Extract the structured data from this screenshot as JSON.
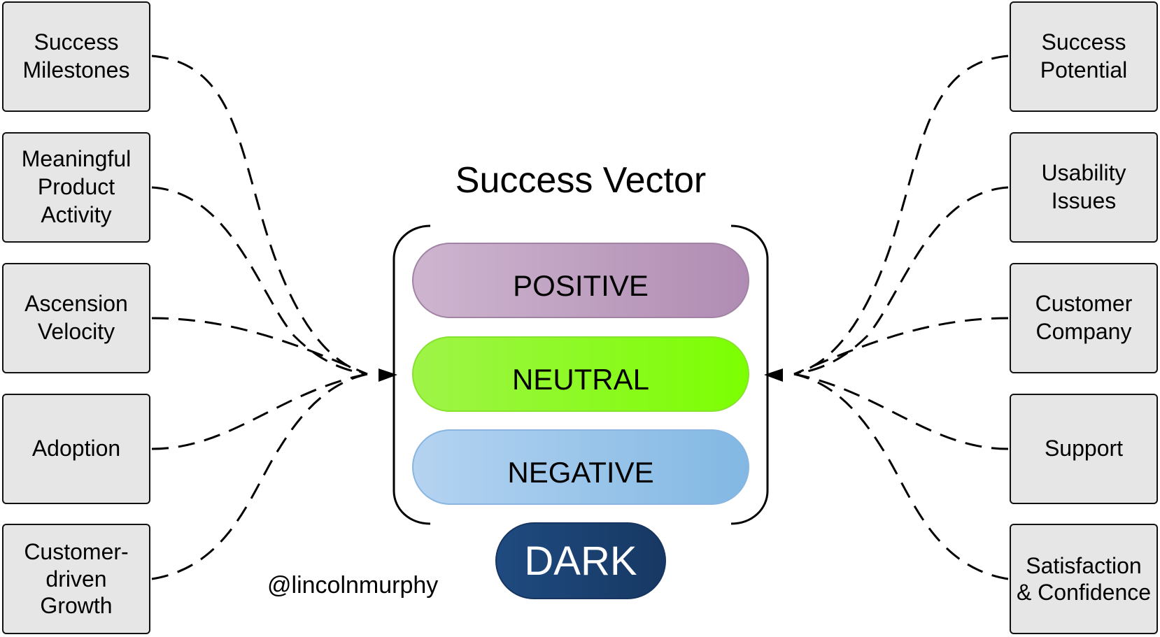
{
  "title": "Success Vector",
  "states": {
    "positive": "POSITIVE",
    "neutral": "NEUTRAL",
    "negative": "NEGATIVE",
    "dark": "DARK"
  },
  "left_factors": [
    "Success\nMilestones",
    "Meaningful\nProduct\nActivity",
    "Ascension\nVelocity",
    "Adoption",
    "Customer-\ndriven\nGrowth"
  ],
  "right_factors": [
    "Success\nPotential",
    "Usability\nIssues",
    "Customer\nCompany",
    "Support",
    "Satisfaction\n& Confidence"
  ],
  "handle": "@lincolnmurphy",
  "colors": {
    "box_fill": "#e6e6e6",
    "positive": "#b99bbb",
    "neutral": "#8cfc1c",
    "negative": "#9cc6ea",
    "dark": "#1b4272"
  }
}
